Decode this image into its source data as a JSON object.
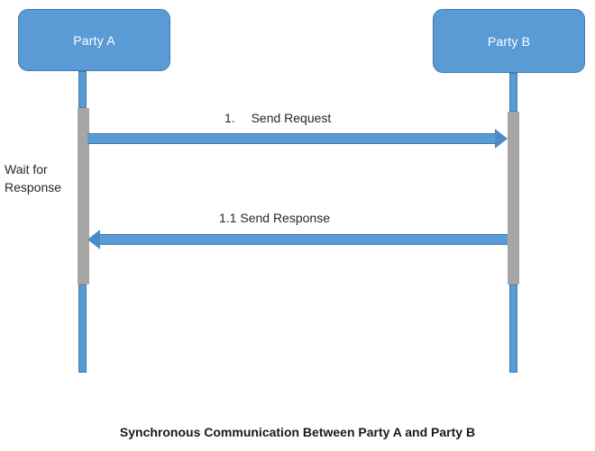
{
  "diagram": {
    "type": "sequence-diagram",
    "caption": "Synchronous Communication Between Party A and Party B",
    "participants": [
      {
        "id": "party-a",
        "label": "Party A"
      },
      {
        "id": "party-b",
        "label": "Party B"
      }
    ],
    "messages": [
      {
        "id": "send-request",
        "number": "1.",
        "label": "1.  Send Request",
        "text": "Send Request",
        "from": "party-a",
        "to": "party-b",
        "direction": "right"
      },
      {
        "id": "send-response",
        "number": "1.1",
        "label": "1.1 Send Response",
        "text": "Send Response",
        "from": "party-b",
        "to": "party-a",
        "direction": "left"
      }
    ],
    "notes": [
      {
        "id": "wait-for-response",
        "line1": "Wait for",
        "line2": "Response",
        "attached_to": "party-a"
      }
    ],
    "colors": {
      "participant_fill": "#5B9BD5",
      "participant_border": "#3E7BB0",
      "participant_text": "#FFFFFF",
      "activation_bar": "#A6A6A6",
      "arrow": "#5B9BD5",
      "arrow_border": "#3E7BB0",
      "arrowhead": "#4A8CC7",
      "label_text": "#262626",
      "caption_text": "#1A1A1A",
      "background": "#FFFFFF"
    }
  }
}
